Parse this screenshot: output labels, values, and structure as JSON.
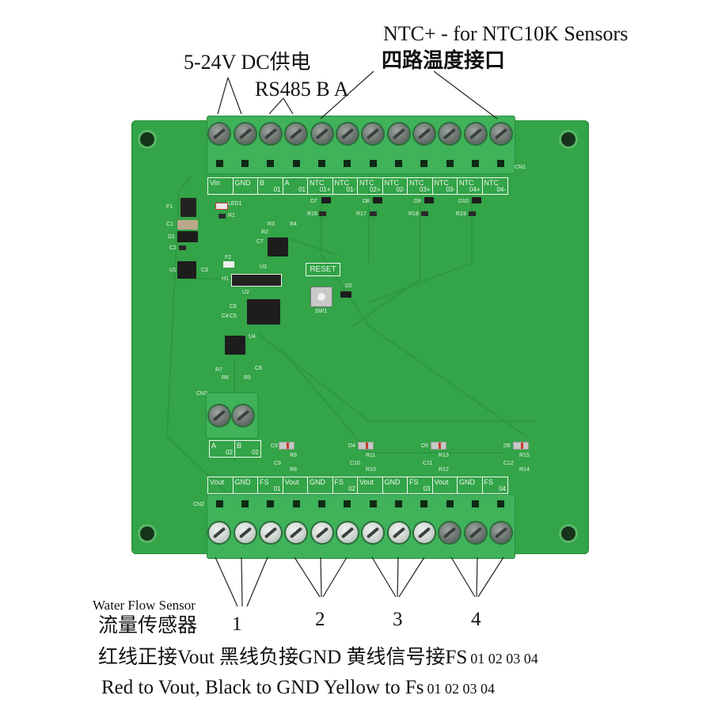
{
  "labels": {
    "ntc_header": "NTC+ - for NTC10K Sensors",
    "power": "5-24V DC供电",
    "ntc_cn": "四路温度接口",
    "rs485": "RS485 B A",
    "water_flow_en": "Water Flow Sensor",
    "flow_cn": "流量传感器",
    "flow_nums": [
      "1",
      "2",
      "3",
      "4"
    ],
    "wiring_cn": "红线正接Vout 黑线负接GND 黄线信号接FS",
    "wiring_cn_suffix": "01 02 03 04",
    "wiring_en": "Red to Vout, Black to GND Yellow to Fs",
    "wiring_en_suffix": "01 02 03 04"
  },
  "board": {
    "top_silk": [
      {
        "main": "Vin",
        "sub": ""
      },
      {
        "main": "GND",
        "sub": ""
      },
      {
        "main": "B",
        "sub": "01"
      },
      {
        "main": "A",
        "sub": "01"
      },
      {
        "main": "NTC",
        "sub": "01+"
      },
      {
        "main": "NTC",
        "sub": "01-"
      },
      {
        "main": "NTC",
        "sub": "02+"
      },
      {
        "main": "NTC",
        "sub": "02-"
      },
      {
        "main": "NTC",
        "sub": "03+"
      },
      {
        "main": "NTC",
        "sub": "03-"
      },
      {
        "main": "NTC",
        "sub": "04+"
      },
      {
        "main": "NTC",
        "sub": "04-"
      }
    ],
    "bottom_silk": [
      {
        "main": "Vout",
        "sub": ""
      },
      {
        "main": "GND",
        "sub": ""
      },
      {
        "main": "FS",
        "sub": "01"
      },
      {
        "main": "Vout",
        "sub": ""
      },
      {
        "main": "GND",
        "sub": ""
      },
      {
        "main": "FS",
        "sub": "02"
      },
      {
        "main": "Vout",
        "sub": ""
      },
      {
        "main": "GND",
        "sub": ""
      },
      {
        "main": "FS",
        "sub": "03"
      },
      {
        "main": "Vout",
        "sub": ""
      },
      {
        "main": "GND",
        "sub": ""
      },
      {
        "main": "FS",
        "sub": "04"
      }
    ],
    "cn3_silk": [
      {
        "main": "A",
        "sub": "02"
      },
      {
        "main": "B",
        "sub": "02"
      }
    ],
    "reset_label": "RESET",
    "refs": {
      "cn1": "CN1",
      "cn2": "CN2",
      "cn3": "CN3",
      "led1": "LED1",
      "r1": "R1",
      "f1": "F1",
      "c1": "C1",
      "d1": "D1",
      "c2": "C2",
      "u1": "U1",
      "c3": "C3",
      "f2": "F2",
      "h1": "H1",
      "u2": "U2",
      "u3": "U3",
      "c7": "C7",
      "r2": "R2",
      "r3": "R3",
      "r4": "R4",
      "c4": "C4",
      "c5": "C5",
      "c6": "C6",
      "u4": "U4",
      "r5": "R5",
      "r6": "R6",
      "r7": "R7",
      "c8": "C8",
      "sw1": "SW1",
      "d2": "D2",
      "d7": "D7",
      "d8": "D8",
      "d9": "D9",
      "d10": "D10",
      "r16": "R16",
      "r17": "R17",
      "r18": "R18",
      "r19": "R19",
      "d3": "D3",
      "d4": "D4",
      "d5": "D5",
      "d6": "D6",
      "r9": "R9",
      "r11": "R11",
      "r13": "R13",
      "r15": "R15",
      "c9": "C9",
      "c10": "C10",
      "c11": "C11",
      "c12": "C12",
      "r8": "R8",
      "r10": "R10",
      "r12": "R12",
      "r14": "R14"
    }
  },
  "colors": {
    "pcb": "#33a447",
    "terminal": "#3fb25a",
    "silk": "#f2f7f2"
  }
}
